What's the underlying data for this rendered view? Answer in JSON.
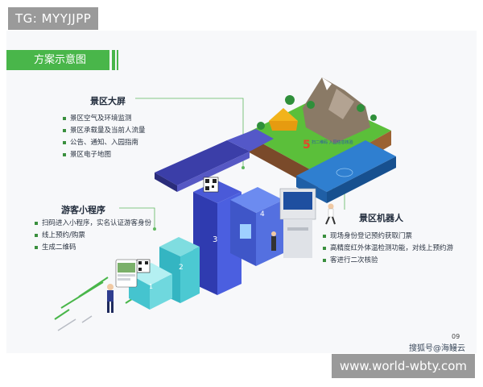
{
  "watermark_top": "TG: MYYJJPP",
  "watermark_bottom": "www.world-wbty.com",
  "title": "方案示意图",
  "sections": {
    "scenic_screen": {
      "title": "景区大屏",
      "items": [
        "景区空气及环境监测",
        "景区承载量及当前人流量",
        "公告、通知、入园指南",
        "景区电子地图"
      ]
    },
    "mini_program": {
      "title": "游客小程序",
      "items": [
        "扫码进入小程序，实名认证游客身份",
        "线上预约/购票",
        "生成二维码"
      ]
    },
    "robot": {
      "title": "景区机器人",
      "items": [
        "现场身份登记预约获取门票",
        "高精度红外体温检测功能，对线上预约游",
        "客进行二次核验"
      ]
    }
  },
  "illustration": {
    "step_labels": [
      "1",
      "2",
      "3",
      "4",
      "5"
    ],
    "step5_caption": "扫二维码 入园信息核验"
  },
  "page_number": "09",
  "source_tag": "搜狐号@海鳗云",
  "colors": {
    "accent_green": "#49b64a",
    "platform_blue": "#3b3ea8",
    "water": "#2f7fd0",
    "grass": "#5bbf3a"
  }
}
